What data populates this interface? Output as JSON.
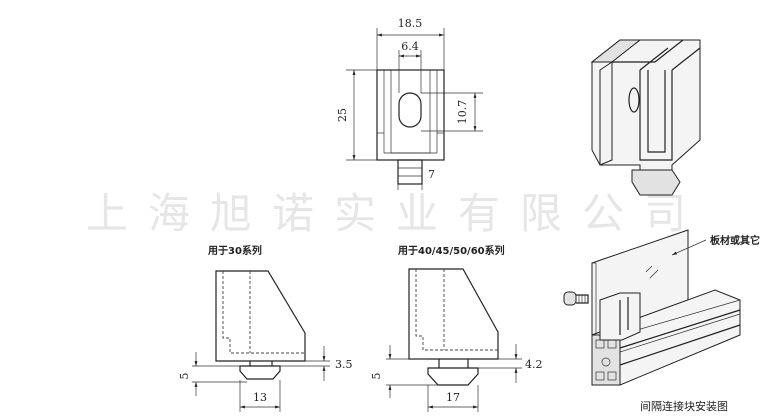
{
  "watermark": "上海旭诺实业有限公司",
  "top_view": {
    "dim_width": "18.5",
    "dim_slot": "6.4",
    "dim_height": "25",
    "dim_hole": "10.7",
    "dim_stem": "7"
  },
  "series_30": {
    "label": "用于30系列",
    "dim_gap": "3.5",
    "dim_foot_height": "5",
    "dim_foot_width": "13"
  },
  "series_40": {
    "label": "用于40/45/50/60系列",
    "dim_gap": "4.2",
    "dim_foot_height": "5",
    "dim_foot_width": "17"
  },
  "assembly": {
    "plate_label": "板材或其它",
    "caption": "间隔连接块安装图"
  }
}
